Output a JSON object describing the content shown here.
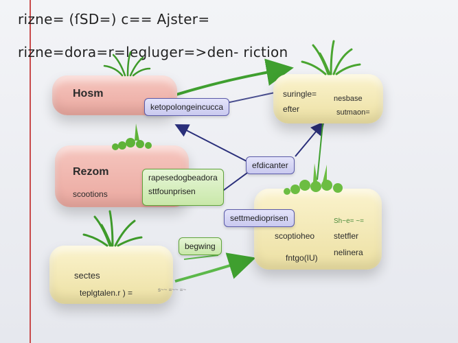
{
  "header": {
    "line1": "rizne= (ſSD=) c== Ajster=",
    "line2": "rizne=dora=r=legluger=>den- riction"
  },
  "pots": {
    "hosm": {
      "title": "Hosm"
    },
    "rezom": {
      "title": "Rezom",
      "subtitle": "scootions"
    },
    "sectes": {
      "title": "sectes",
      "subtitle": "teplgtalen.r ) =",
      "note": "s~~ =~~ =~"
    },
    "top_right": {
      "line1": "suringle=",
      "line2": "efter",
      "right1": "nesbase",
      "right2": "sutmaon="
    },
    "bottom_right": {
      "left1": "scoptioheo",
      "left2": "fntgo(IU)",
      "right0": "Sh~e= ~=",
      "right1": "stetfler",
      "right2": "nelinera"
    }
  },
  "labels": {
    "ketopolog": "ketopolongeincucca",
    "efdicanter": "efdicanter",
    "rapesed_line1": "rapesedogbeadora",
    "rapesed_line2": "sttfounprisen",
    "setmed": "settmedioprisen",
    "begwing": "begwing"
  },
  "colors": {
    "arrow_green": "#3f9f2f",
    "arrow_navy": "#2a2f7a",
    "rule_red": "#c84a4a"
  }
}
